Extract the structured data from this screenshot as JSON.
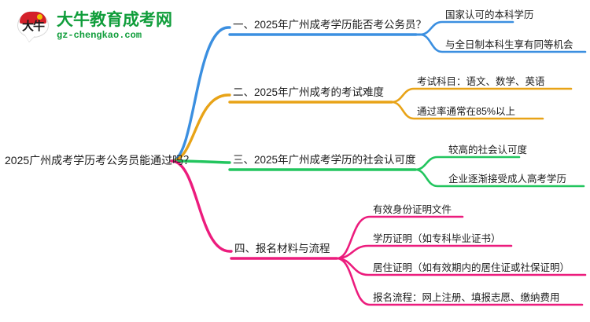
{
  "logo": {
    "name": "大牛教育成考网",
    "url": "gz-chengkao.com",
    "mark_text": "大牛"
  },
  "mindmap": {
    "root": {
      "label": "2025广州成考学历考公务员能通过吗？"
    },
    "branches": [
      {
        "id": "branch-1",
        "label": "一、2025年广州成考学历能否考公务员？",
        "color": "#3b8fe0",
        "leaves": [
          {
            "label": "国家认可的本科学历"
          },
          {
            "label": "与全日制本科生享有同等机会"
          }
        ]
      },
      {
        "id": "branch-2",
        "label": "二、2025年广州成考的考试难度",
        "color": "#e8a317",
        "leaves": [
          {
            "label": "考试科目：语文、数学、英语"
          },
          {
            "label": "通过率通常在85%以上"
          }
        ]
      },
      {
        "id": "branch-3",
        "label": "三、2025年广州成考学历的社会认可度",
        "color": "#22c55e",
        "leaves": [
          {
            "label": "较高的社会认可度"
          },
          {
            "label": "企业逐渐接受成人高考学历"
          }
        ]
      },
      {
        "id": "branch-4",
        "label": "四、报名材料与流程",
        "color": "#ec1c7d",
        "leaves": [
          {
            "label": "有效身份证明文件"
          },
          {
            "label": "学历证明（如专科毕业证书）"
          },
          {
            "label": "居住证明（如有效期内的居住证或社保证明）"
          },
          {
            "label": "报名流程：网上注册、填报志愿、缴纳费用"
          }
        ]
      }
    ]
  }
}
